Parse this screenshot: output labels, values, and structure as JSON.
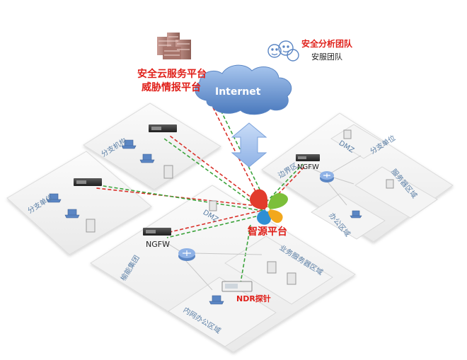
{
  "cloud_service": {
    "line1": "安全云服务平台",
    "line2": "威胁情报平台"
  },
  "internet": {
    "label": "Internet"
  },
  "analysis_team": {
    "title": "安全分析团队",
    "subtitle": "安服团队"
  },
  "platform": {
    "name": "智源平台"
  },
  "zones": {
    "branch_org": "分支机构",
    "branch_unit_left": "分支单位",
    "branch_unit_right": "分支单位",
    "group": "榆能集团",
    "dmz_main": "DMZ",
    "dmz_right": "DMZ",
    "business_server": "业务服务器区域",
    "intranet_office": "内网办公区域",
    "server_zone_right": "服务器区域",
    "office_zone_right": "办公区域",
    "border_right": "边界区"
  },
  "devices": {
    "ngfw_main": "NGFW",
    "ngfw_right": "NGFW",
    "ndr_probe": "NDR探针"
  },
  "colors": {
    "red_dashed": "#d9312a",
    "green_dashed": "#3ca33c",
    "title_red": "#e0201a",
    "cloud_blue": "#5b86c4"
  }
}
